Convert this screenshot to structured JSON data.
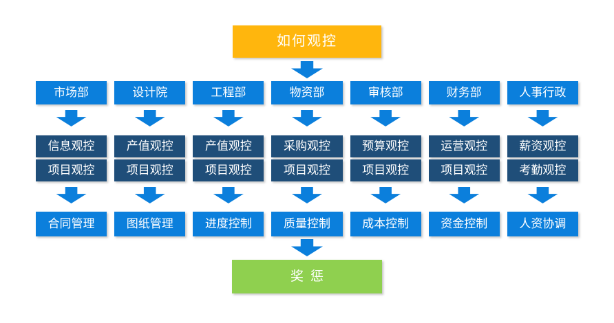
{
  "diagram": {
    "title": "如何观控",
    "result": "奖惩",
    "columns": [
      {
        "department": "市场部",
        "control_row1": "信息观控",
        "control_row2": "项目观控",
        "outcome": "合同管理"
      },
      {
        "department": "设计院",
        "control_row1": "产值观控",
        "control_row2": "项目观控",
        "outcome": "图纸管理"
      },
      {
        "department": "工程部",
        "control_row1": "产值观控",
        "control_row2": "项目观控",
        "outcome": "进度控制"
      },
      {
        "department": "物资部",
        "control_row1": "采购观控",
        "control_row2": "项目观控",
        "outcome": "质量控制"
      },
      {
        "department": "审核部",
        "control_row1": "预算观控",
        "control_row2": "项目观控",
        "outcome": "成本控制"
      },
      {
        "department": "财务部",
        "control_row1": "运营观控",
        "control_row2": "项目观控",
        "outcome": "资金控制"
      },
      {
        "department": "人事行政",
        "control_row1": "薪资观控",
        "control_row2": "考勤观控",
        "outcome": "人资协调"
      }
    ],
    "colors": {
      "title_box": "#FFB60D",
      "department_box": "#0B7FDC",
      "control_box": "#1F4E79",
      "outcome_box": "#0B7FDC",
      "arrow": "#0B7FDC",
      "result_box": "#8FD04F",
      "text": "#FFFFFF"
    }
  }
}
